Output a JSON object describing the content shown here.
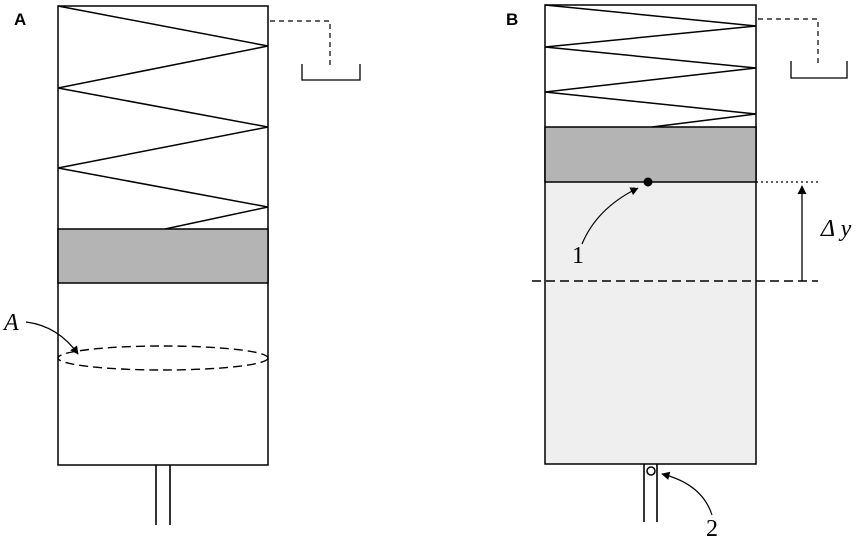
{
  "panels": {
    "a": {
      "letter": "A",
      "area_label": "A"
    },
    "b": {
      "letter": "B",
      "displacement_label": "Δ y",
      "point_1_label": "1",
      "point_2_label": "2"
    }
  },
  "colors": {
    "piston": "#b4b4b4",
    "fluid": "#efefef",
    "line": "#000000"
  }
}
